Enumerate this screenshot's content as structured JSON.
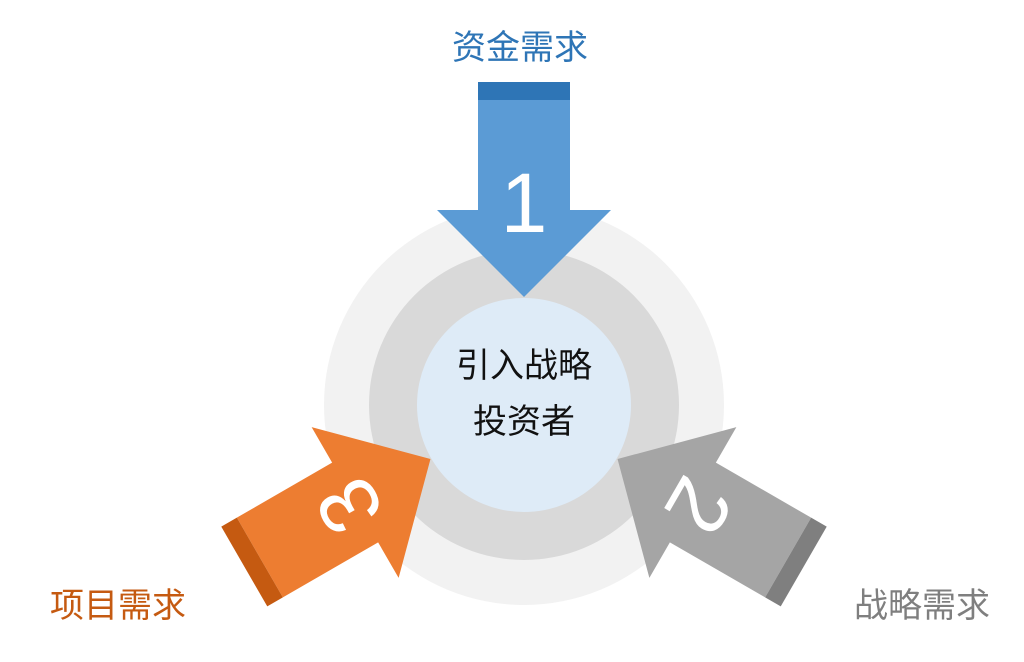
{
  "center": {
    "line1": "引入战略",
    "line2": "投资者"
  },
  "arrows": [
    {
      "number": "1",
      "label": "资金需求",
      "color": "#5b9bd5",
      "cap": "#2e75b6"
    },
    {
      "number": "2",
      "label": "战略需求",
      "color": "#a5a5a5",
      "cap": "#7f7f7f"
    },
    {
      "number": "3",
      "label": "项目需求",
      "color": "#ed7d31",
      "cap": "#c55a11"
    }
  ]
}
